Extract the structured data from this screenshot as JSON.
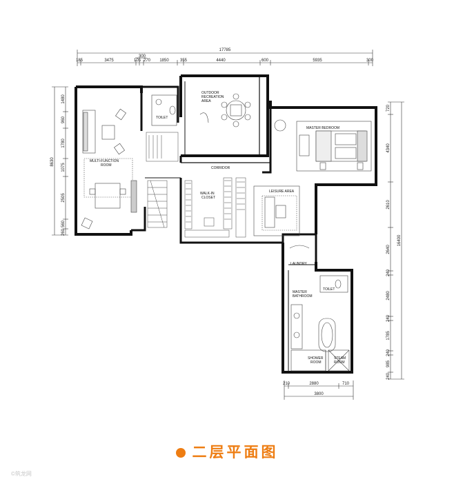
{
  "colors": {
    "accent": "#ee7d12",
    "wall": "#111111",
    "line": "#555555"
  },
  "dims": {
    "top_total": "17785",
    "top_small": "300",
    "top_segments": [
      "185",
      "3475",
      "105",
      "270",
      "1850",
      "355",
      "4440",
      "600",
      "5935",
      "300"
    ],
    "left": [
      "1480",
      "960",
      "1780",
      "1075",
      "2505",
      "560",
      "260"
    ],
    "left_total": "8630",
    "right": [
      "720",
      "4340",
      "2610",
      "2640",
      "240",
      "2480",
      "240",
      "1785",
      "240",
      "985",
      "240"
    ],
    "right_total": "16400",
    "bottom_segments": [
      "210",
      "2880",
      "710"
    ],
    "bottom_total": "3800"
  },
  "rooms": {
    "outdoor": [
      "OUTDOOR",
      "RECREATION",
      "AREA"
    ],
    "toilet_upper": "TOILET",
    "master_bedroom": "MASTER BEDROOM",
    "multi_function": [
      "MULTI-FUNCTION",
      "ROOM"
    ],
    "corridor": "CORRIDOR",
    "walk_in": [
      "WALK-IN",
      "CLOSET"
    ],
    "leisure": "LEISURE AREA",
    "laundry": "LAUNDRY",
    "toilet_lower": "TOILET",
    "master_bathroom": [
      "MASTER",
      "BATHROOM"
    ],
    "shower": [
      "SHOWER",
      "ROOM"
    ],
    "steam": [
      "STEAM",
      "ROOM"
    ]
  },
  "caption": "二层平面图",
  "watermark": "©筑龙网"
}
